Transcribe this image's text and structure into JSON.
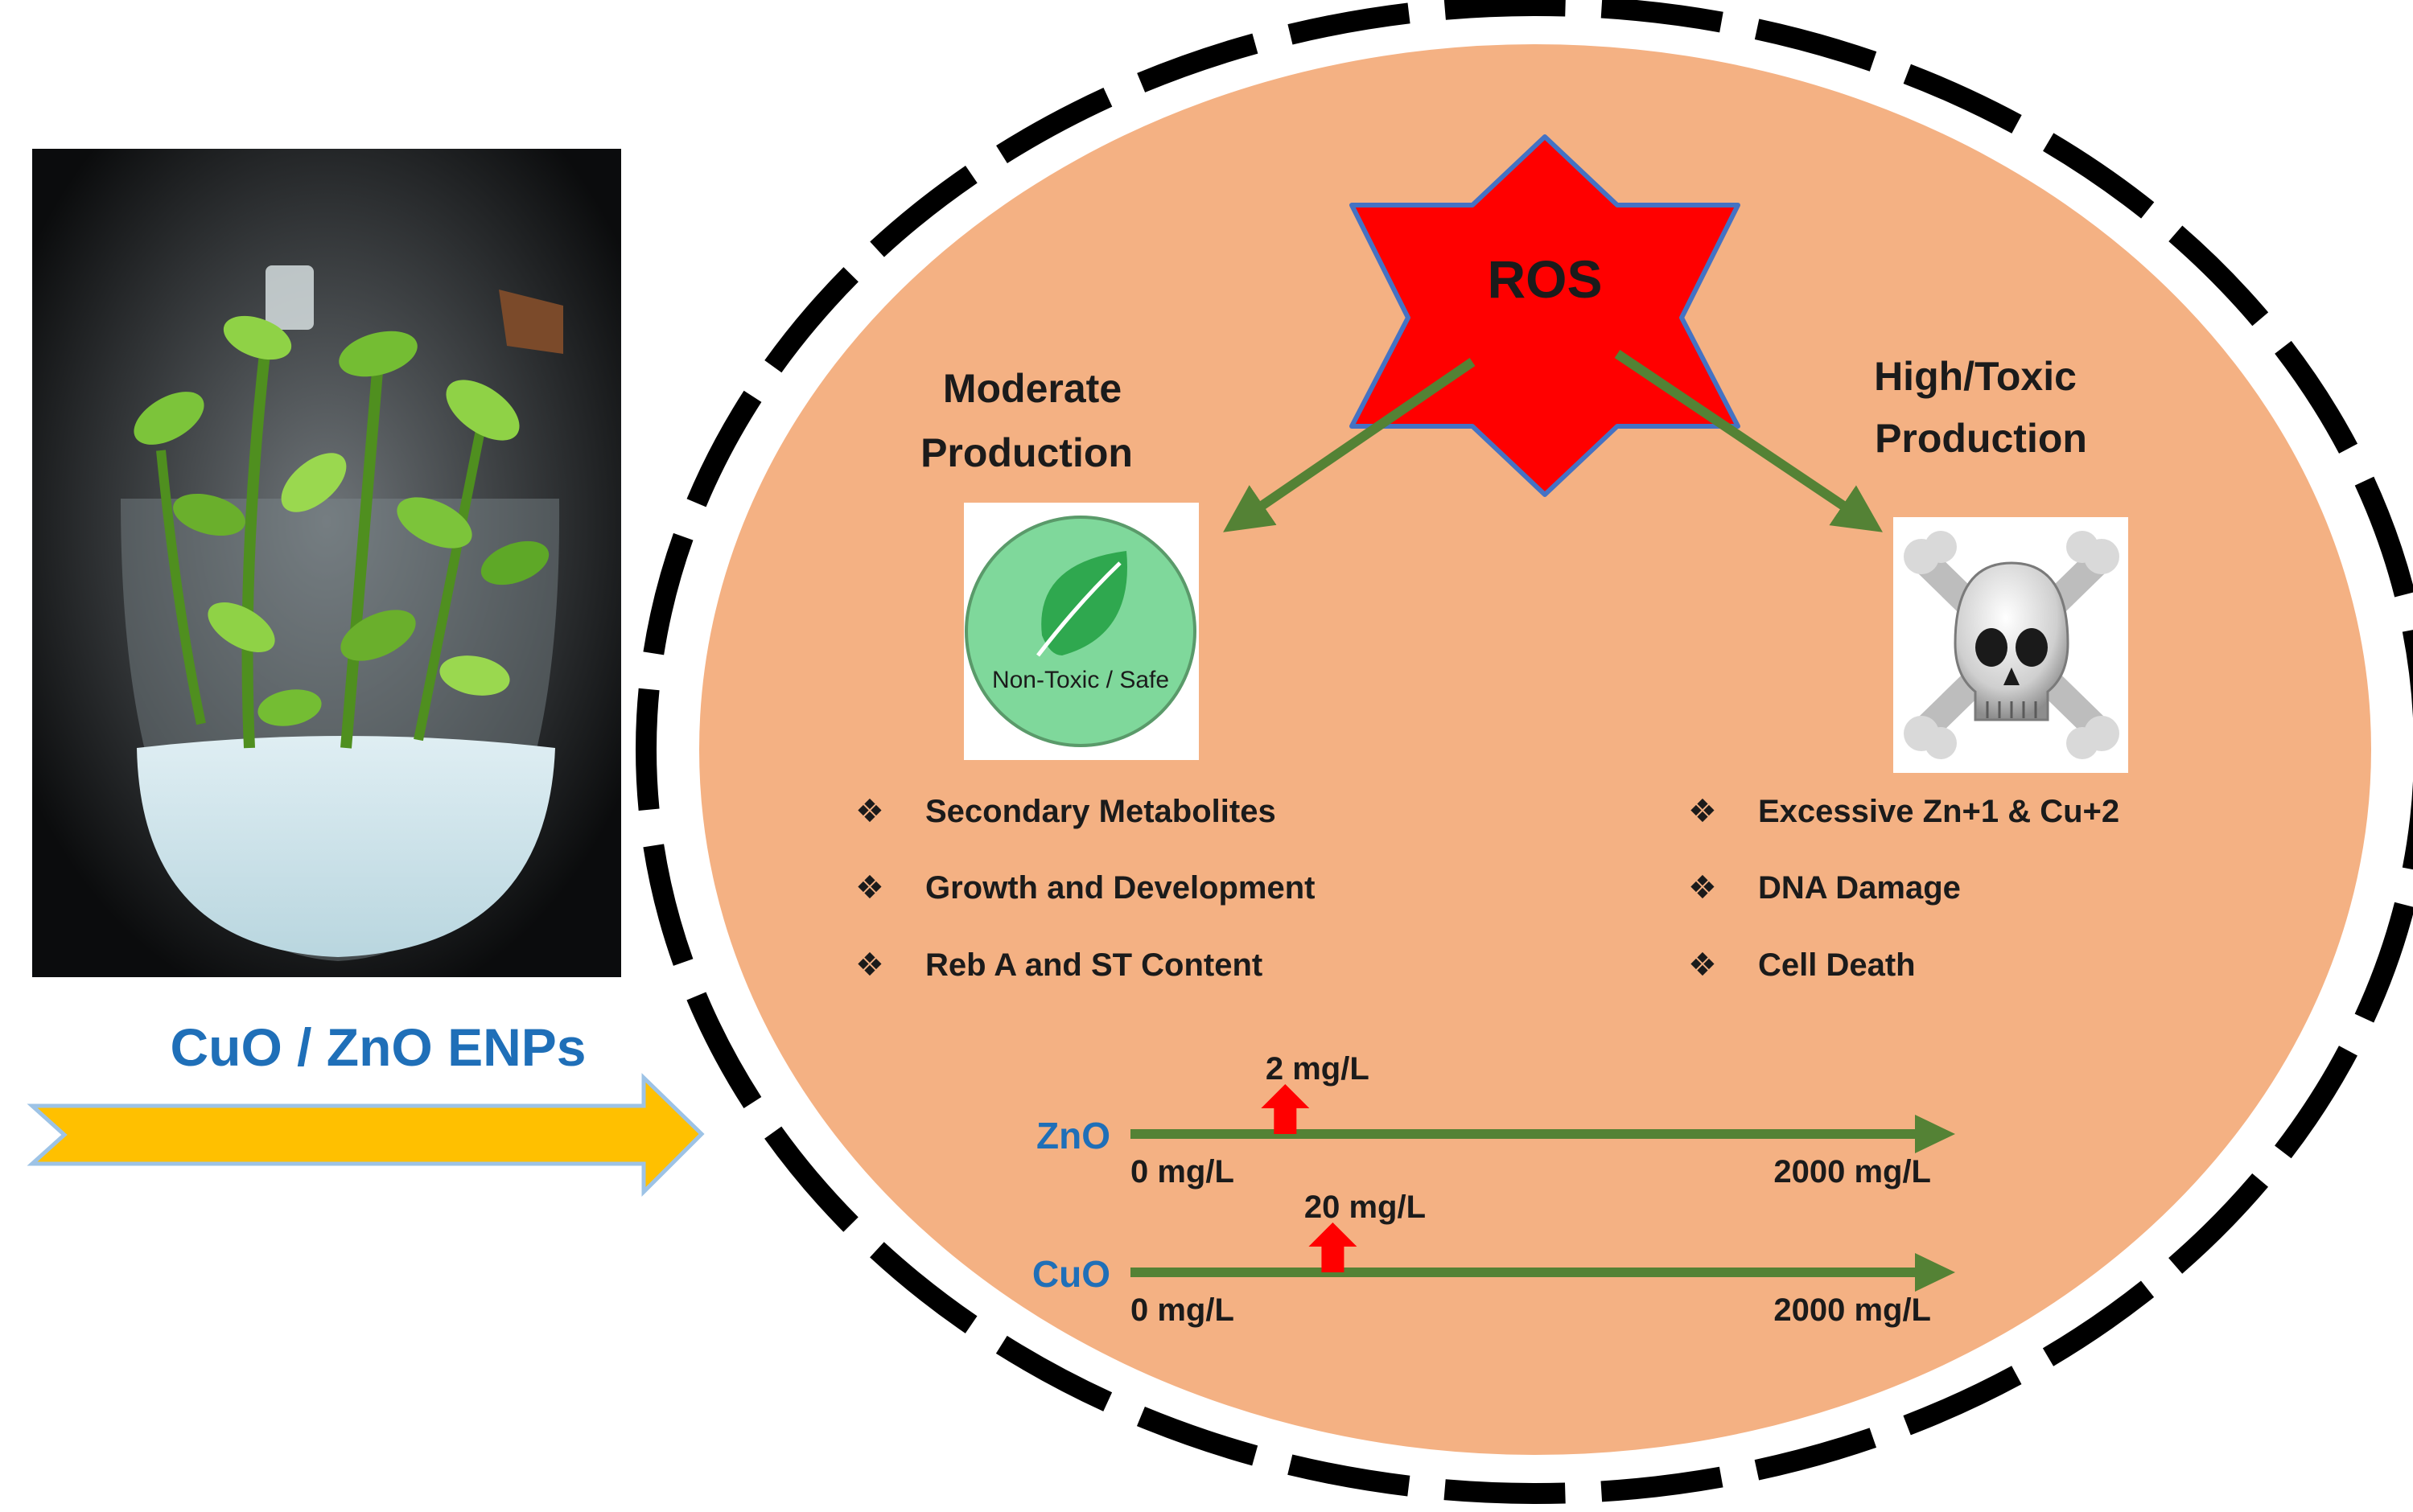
{
  "enp_label": "CuO / ZnO ENPs",
  "ros_label": "ROS",
  "moderate": {
    "heading_line1": "Moderate",
    "heading_line2": "Production",
    "badge_text": "Non-Toxic / Safe",
    "bullets": [
      "Secondary Metabolites",
      "Growth and Development",
      "Reb A and ST Content"
    ]
  },
  "toxic": {
    "heading_line1": "High/Toxic",
    "heading_line2": "Production",
    "bullets": [
      "Excessive Zn+1 & Cu+2",
      "DNA Damage",
      "Cell Death"
    ]
  },
  "bullet_glyph": "❖",
  "scales": [
    {
      "name": "ZnO",
      "start_label": "0 mg/L",
      "end_label": "2000  mg/L",
      "marker_label": "2 mg/L",
      "min": 0,
      "max": 2000,
      "marker_value": 2
    },
    {
      "name": "CuO",
      "start_label": "0 mg/L",
      "end_label": "2000  mg/L",
      "marker_label": "20 mg/L",
      "min": 0,
      "max": 2000,
      "marker_value": 20
    }
  ],
  "icons": {
    "plant_photo": "plant-jar-image",
    "leaf": "leaf-icon",
    "skull": "skull-crossbones-icon",
    "ros_star": "six-point-star-icon"
  },
  "colors": {
    "ellipse_fill": "#f4b183",
    "star_fill": "#ff0000",
    "star_stroke": "#4472c4",
    "arrow_green": "#548235",
    "enp_arrow": "#ffc000",
    "enp_arrow_stroke": "#9dc3e6",
    "badge_green": "#7fd89b",
    "marker_red": "#ff0000",
    "label_blue": "#1f6fb8"
  }
}
